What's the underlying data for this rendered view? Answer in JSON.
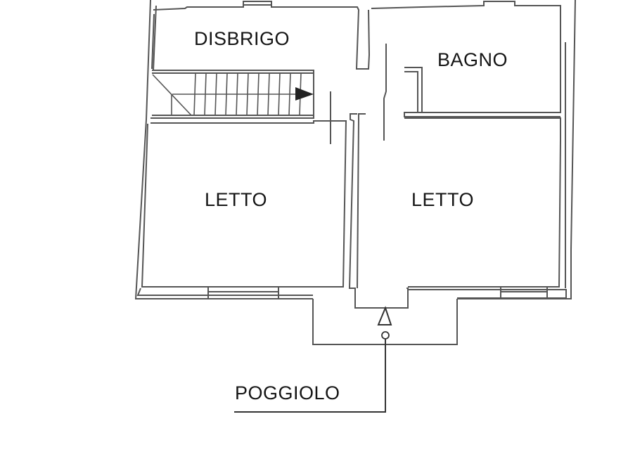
{
  "drawing": {
    "type": "floor-plan",
    "line_color": "#555555",
    "text_color": "#151515",
    "background": "#ffffff"
  },
  "rooms": {
    "disbrigo": {
      "label": "DISBRIGO"
    },
    "bagno": {
      "label": "BAGNO"
    },
    "letto_left": {
      "label": "LETTO"
    },
    "letto_right": {
      "label": "LETTO"
    }
  },
  "annotations": {
    "poggiolo": {
      "label": "POGGIOLO"
    }
  }
}
